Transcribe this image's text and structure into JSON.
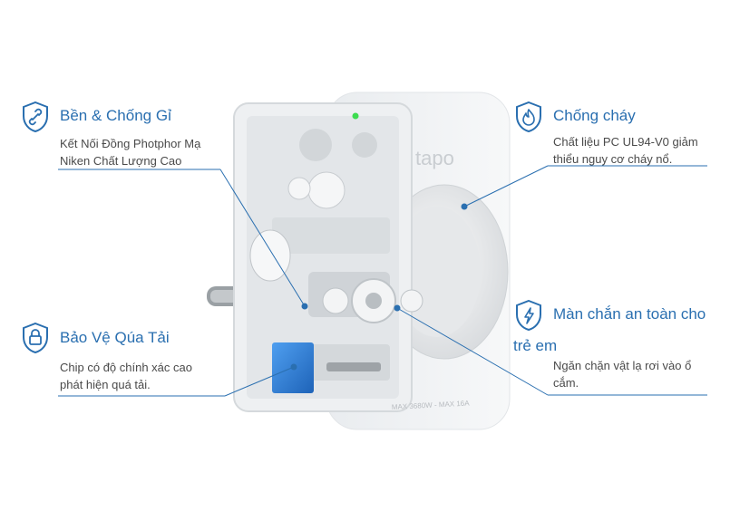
{
  "features": {
    "durable": {
      "title": "Bền & Chống Gỉ",
      "desc_line1": "Kết Nối Đồng Photphor Mạ",
      "desc_line2": "Niken Chất Lượng Cao",
      "icon": "link-shield-icon"
    },
    "overload": {
      "title": "Bảo Vệ Qúa Tải",
      "desc_line1": "Chip có độ chính xác cao",
      "desc_line2": "phát hiện quá tải.",
      "icon": "lock-shield-icon"
    },
    "fireproof": {
      "title": "Chống cháy",
      "desc_line1": "Chất liệu PC UL94-V0 giảm",
      "desc_line2": "thiểu nguy cơ cháy nổ.",
      "icon": "flame-shield-icon"
    },
    "child_safety": {
      "title_line1": "Màn chắn an toàn cho",
      "title_line2": "trẻ em",
      "desc_line1": "Ngăn chặn vật lạ rơi vào ổ",
      "desc_line2": "cắm.",
      "icon": "bolt-shield-icon"
    }
  },
  "device": {
    "brand": "tapo",
    "rating": "MAX 3680W - MAX 16A"
  },
  "colors": {
    "accent": "#2a6fb0",
    "chip": "#2f7fd6",
    "led": "#3ddc50"
  }
}
